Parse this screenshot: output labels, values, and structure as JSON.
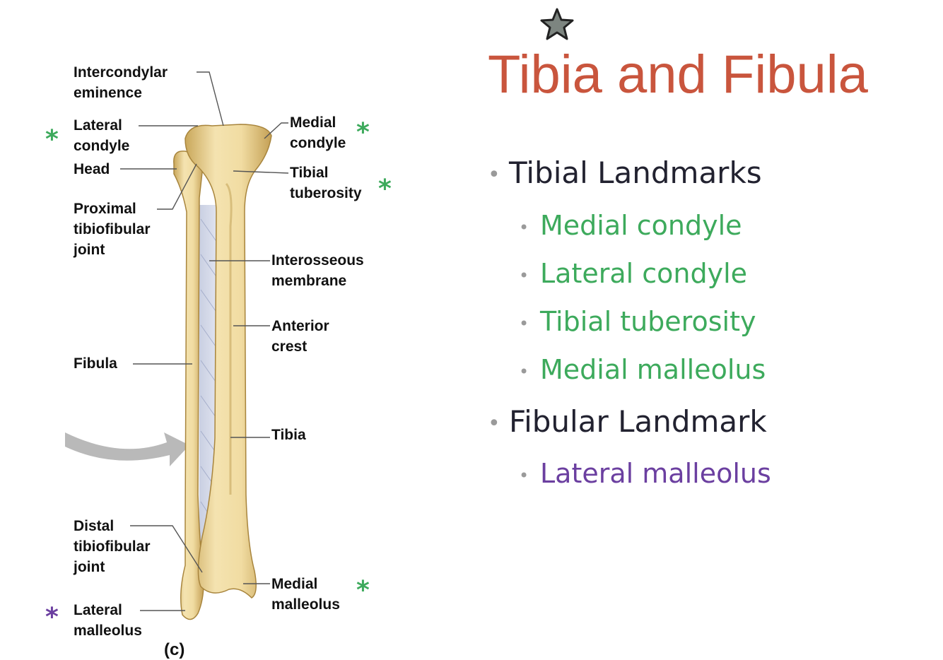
{
  "diagram": {
    "labels": {
      "intercondylar_eminence": "Intercondylar\neminence",
      "lateral_condyle": "Lateral\ncondyle",
      "head": "Head",
      "proximal_tibiofibular_joint": "Proximal\ntibiofibular\njoint",
      "medial_condyle": "Medial\ncondyle",
      "tibial_tuberosity": "Tibial\ntuberosity",
      "interosseous_membrane": "Interosseous\nmembrane",
      "anterior_crest": "Anterior\ncrest",
      "fibula": "Fibula",
      "tibia": "Tibia",
      "distal_tibiofibular_joint": "Distal\ntibiofibular\njoint",
      "medial_malleolus": "Medial\nmalleolus",
      "lateral_malleolus": "Lateral\nmalleolus"
    },
    "asterisk": "*",
    "figure_caption": "(c)"
  },
  "header": {
    "star_icon": "star-icon",
    "title": "Tibia and Fibula"
  },
  "content": {
    "tibial_heading": "Tibial Landmarks",
    "tibial_items": [
      "Medial condyle",
      "Lateral condyle",
      "Tibial tuberosity",
      "Medial malleolus"
    ],
    "fibular_heading": "Fibular Landmark",
    "fibular_items": [
      "Lateral malleolus"
    ]
  },
  "colors": {
    "title": "#c9553d",
    "green_marker": "#3daa5c",
    "purple_marker": "#6b3fa0",
    "heading_text": "#222230",
    "bullet": "#9a9a9a",
    "bone": "#ecd598"
  }
}
